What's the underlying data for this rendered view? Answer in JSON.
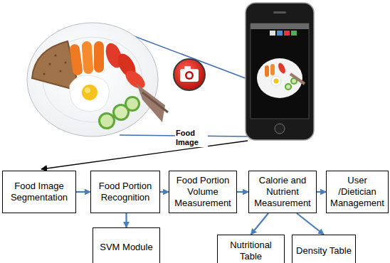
{
  "diagram": {
    "nodes": [
      {
        "text": [
          "Food Image Segmentation"
        ]
      },
      {
        "text": [
          "Food Portion Recognition"
        ]
      },
      {
        "text": [
          "Food Portion Volume Measurement"
        ]
      },
      {
        "text": [
          "Calorie and Nutrient Measurement"
        ]
      },
      {
        "text": [
          "User /Dietician Management"
        ]
      },
      {
        "text": [
          "SVM Module"
        ]
      },
      {
        "text": [
          "Nutritional Table"
        ]
      },
      {
        "text": [
          "Density Table"
        ]
      }
    ],
    "edges": [
      {
        "from": 0,
        "to": 1,
        "arrow": "to"
      },
      {
        "from": 1,
        "to": 2,
        "arrow": "to"
      },
      {
        "from": 2,
        "to": 3,
        "arrow": "to"
      },
      {
        "from": 3,
        "to": 4,
        "arrow": "to"
      },
      {
        "from": 1,
        "to": 5,
        "arrow": "to"
      },
      {
        "from": 3,
        "to": 6,
        "arrow": "to"
      },
      {
        "from": 3,
        "to": 7,
        "arrow": "to"
      }
    ],
    "labels": [
      "Food Image"
    ]
  }
}
